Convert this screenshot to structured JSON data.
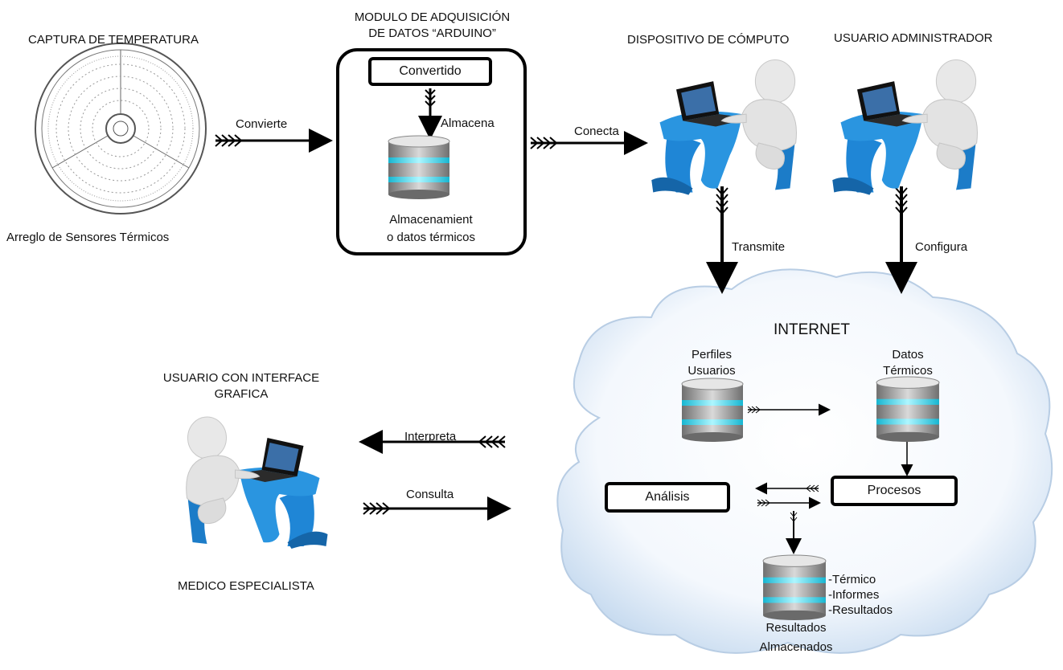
{
  "capture": {
    "title": "CAPTURA DE TEMPERATURA",
    "caption": "Arreglo de Sensores Térmicos"
  },
  "module": {
    "title_line1": "MODULO DE ADQUISICIÓN",
    "title_line2": "DE DATOS “ARDUINO”",
    "converter_label": "Convertido",
    "store_label": "Almacena",
    "db_label_line1": "Almacenamient",
    "db_label_line2": "o datos térmicos"
  },
  "computer": {
    "title": "DISPOSITIVO DE CÓMPUTO"
  },
  "admin": {
    "title": "USUARIO  ADMINISTRADOR"
  },
  "arrows": {
    "convierte": "Convierte",
    "conecta": "Conecta",
    "transmite": "Transmite",
    "configura": "Configura",
    "interpreta": "Interpreta",
    "consulta": "Consulta"
  },
  "internet": {
    "title": "INTERNET",
    "profiles_line1": "Perfiles",
    "profiles_line2": "Usuarios",
    "thermal_line1": "Datos",
    "thermal_line2": "Térmicos",
    "analysis": "Análisis",
    "processes": "Procesos",
    "results_items": [
      "-Térmico",
      "-Informes",
      "-Resultados"
    ],
    "results_line1": "Resultados",
    "results_line2": "Almacenados"
  },
  "gui_user": {
    "title_line1": "USUARIO CON INTERFACE",
    "title_line2": "GRAFICA",
    "caption": "MEDICO ESPECIALISTA"
  },
  "colors": {
    "db_body": "#8c8c8c",
    "db_band": "#3fd6ea",
    "chair": "#1f86d6",
    "cloud": "#dfeaf7"
  }
}
